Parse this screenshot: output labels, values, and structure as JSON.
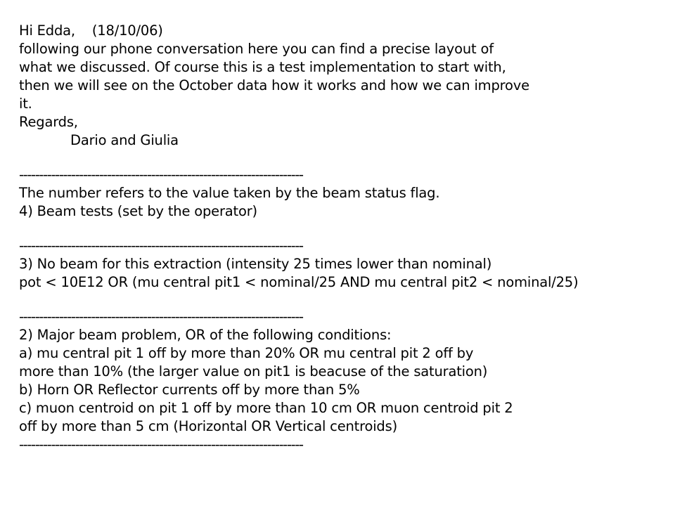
{
  "letter": {
    "greeting": "Hi Edda,    (18/10/06)",
    "intro": [
      "following our phone conversation here you can find a precise layout of",
      "what we discussed. Of course this is a test implementation to start with,",
      "then we will see on the October data how it works and how we can improve",
      "it."
    ],
    "closing": "Regards,",
    "signature": "Dario and Giulia"
  },
  "separator": "-----------------------------------------------------------------------",
  "sections": {
    "s4": {
      "lines": [
        "The number refers to the value taken by the beam status flag.",
        "4) Beam tests (set by the operator)"
      ]
    },
    "s3": {
      "lines": [
        "3) No beam for this extraction (intensity 25 times lower than nominal)",
        "pot < 10E12 OR (mu central pit1 < nominal/25 AND mu central pit2 < nominal/25)"
      ]
    },
    "s2": {
      "lines": [
        "2) Major beam problem, OR of the following conditions:",
        "a) mu central pit 1 off by more than 20% OR mu central pit 2 off by",
        "more than 10% (the larger value on pit1 is beacuse of the saturation)",
        "b) Horn OR Reflector currents off by more than 5%",
        "c) muon centroid on pit 1 off by more than 10 cm OR muon centroid pit 2",
        "off by more than 5 cm (Horizontal OR Vertical centroids)"
      ]
    }
  }
}
